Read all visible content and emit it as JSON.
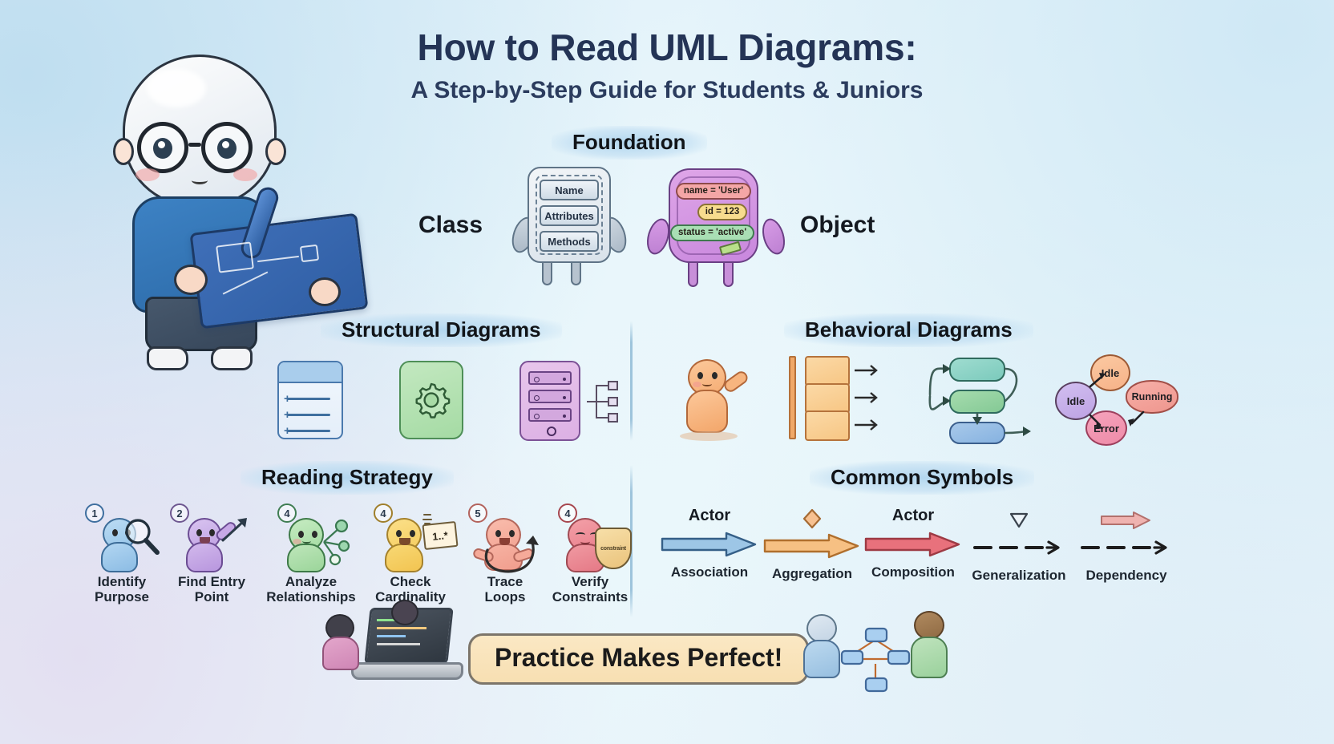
{
  "header": {
    "title": "How to Read UML Diagrams:",
    "subtitle": "A Step-by-Step Guide for Students & Juniors"
  },
  "foundation": {
    "heading": "Foundation",
    "class_label": "Class",
    "object_label": "Object",
    "class_slots": [
      "Name",
      "Attributes",
      "Methods"
    ],
    "object_chips": [
      "name = 'User'",
      "id = 123",
      "status = 'active'"
    ]
  },
  "structural": {
    "heading": "Structural Diagrams"
  },
  "behavioral": {
    "heading": "Behavioral Diagrams",
    "states": [
      "Idle",
      "Idle",
      "Running",
      "Error"
    ]
  },
  "reading_strategy": {
    "heading": "Reading Strategy",
    "steps": [
      {
        "badge": "1",
        "line1": "Identify",
        "line2": "Purpose"
      },
      {
        "badge": "2",
        "line1": "Find Entry",
        "line2": "Point"
      },
      {
        "badge": "4",
        "line1": "Analyze",
        "line2": "Relationships"
      },
      {
        "badge": "4",
        "line1": "Check",
        "line2": "Cardinality"
      },
      {
        "badge": "5",
        "line1": "Trace",
        "line2": "Loops"
      },
      {
        "badge": "4",
        "line1": "Verify",
        "line2": "Constraints"
      }
    ],
    "card_note": "1..*",
    "shield_note": "constraint"
  },
  "common_symbols": {
    "heading": "Common Symbols",
    "items": [
      {
        "top": "Actor",
        "name": "Association",
        "color": "#7fb4dd"
      },
      {
        "top": "◇",
        "name": "Aggregation",
        "color": "#f0a95f"
      },
      {
        "top": "Actor",
        "name": "Composition",
        "color": "#e2616b"
      },
      {
        "top": "▽",
        "name": "Generalization",
        "color": "#1d1d1d"
      },
      {
        "top": "",
        "name": "Dependency",
        "color": "#e09a9a"
      }
    ]
  },
  "footer": {
    "banner": "Practice Makes Perfect!"
  },
  "palette": {
    "title_navy": "#243456",
    "pill_blue": "#b0d5ee",
    "banner_cream": "#fbe8c4"
  }
}
